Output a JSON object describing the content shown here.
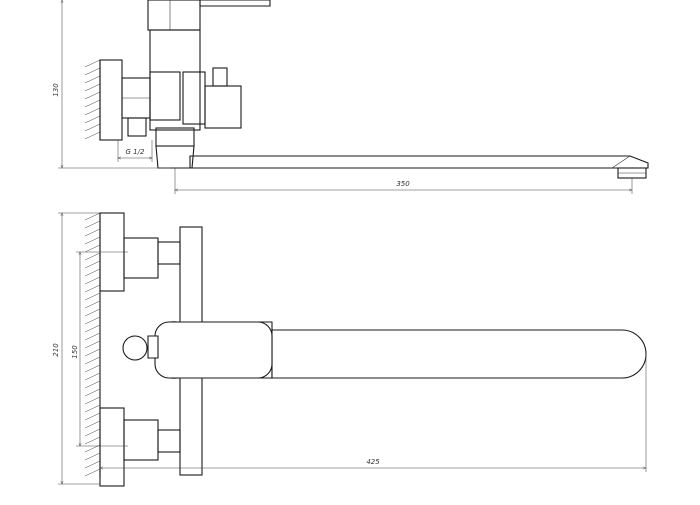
{
  "dimensions": {
    "side_height": "130",
    "thread": "G 1/2",
    "spout_length": "350",
    "total_height": "210",
    "mount_spacing": "150",
    "total_width": "425"
  }
}
